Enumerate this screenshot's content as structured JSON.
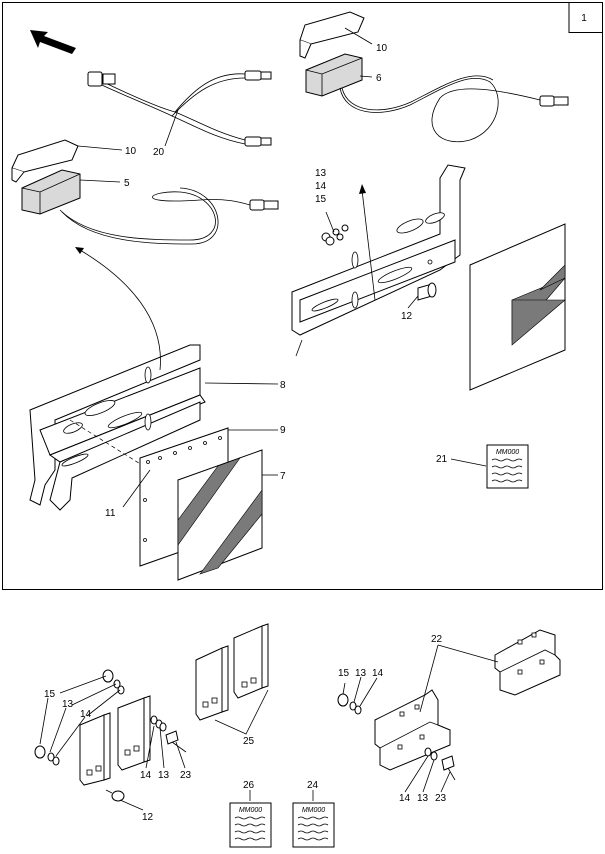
{
  "page_number": "1",
  "card_label": "MM000",
  "callouts": {
    "c1": "10",
    "c2": "6",
    "c3": "10",
    "c4": "20",
    "c5": "5",
    "c6": "13",
    "c7": "14",
    "c8": "15",
    "c9": "12",
    "c10": "8",
    "c11": "9",
    "c12": "7",
    "c13": "11",
    "c14": "21",
    "c15": "22",
    "c16": "15",
    "c17": "13",
    "c18": "14",
    "c19": "25",
    "c20": "15",
    "c21": "13",
    "c22": "14",
    "c23": "14",
    "c24": "13",
    "c25": "23",
    "c26": "12",
    "c27": "15",
    "c28": "13",
    "c29": "14",
    "c30": "14",
    "c31": "13",
    "c32": "23",
    "c33": "26",
    "c34": "24"
  }
}
